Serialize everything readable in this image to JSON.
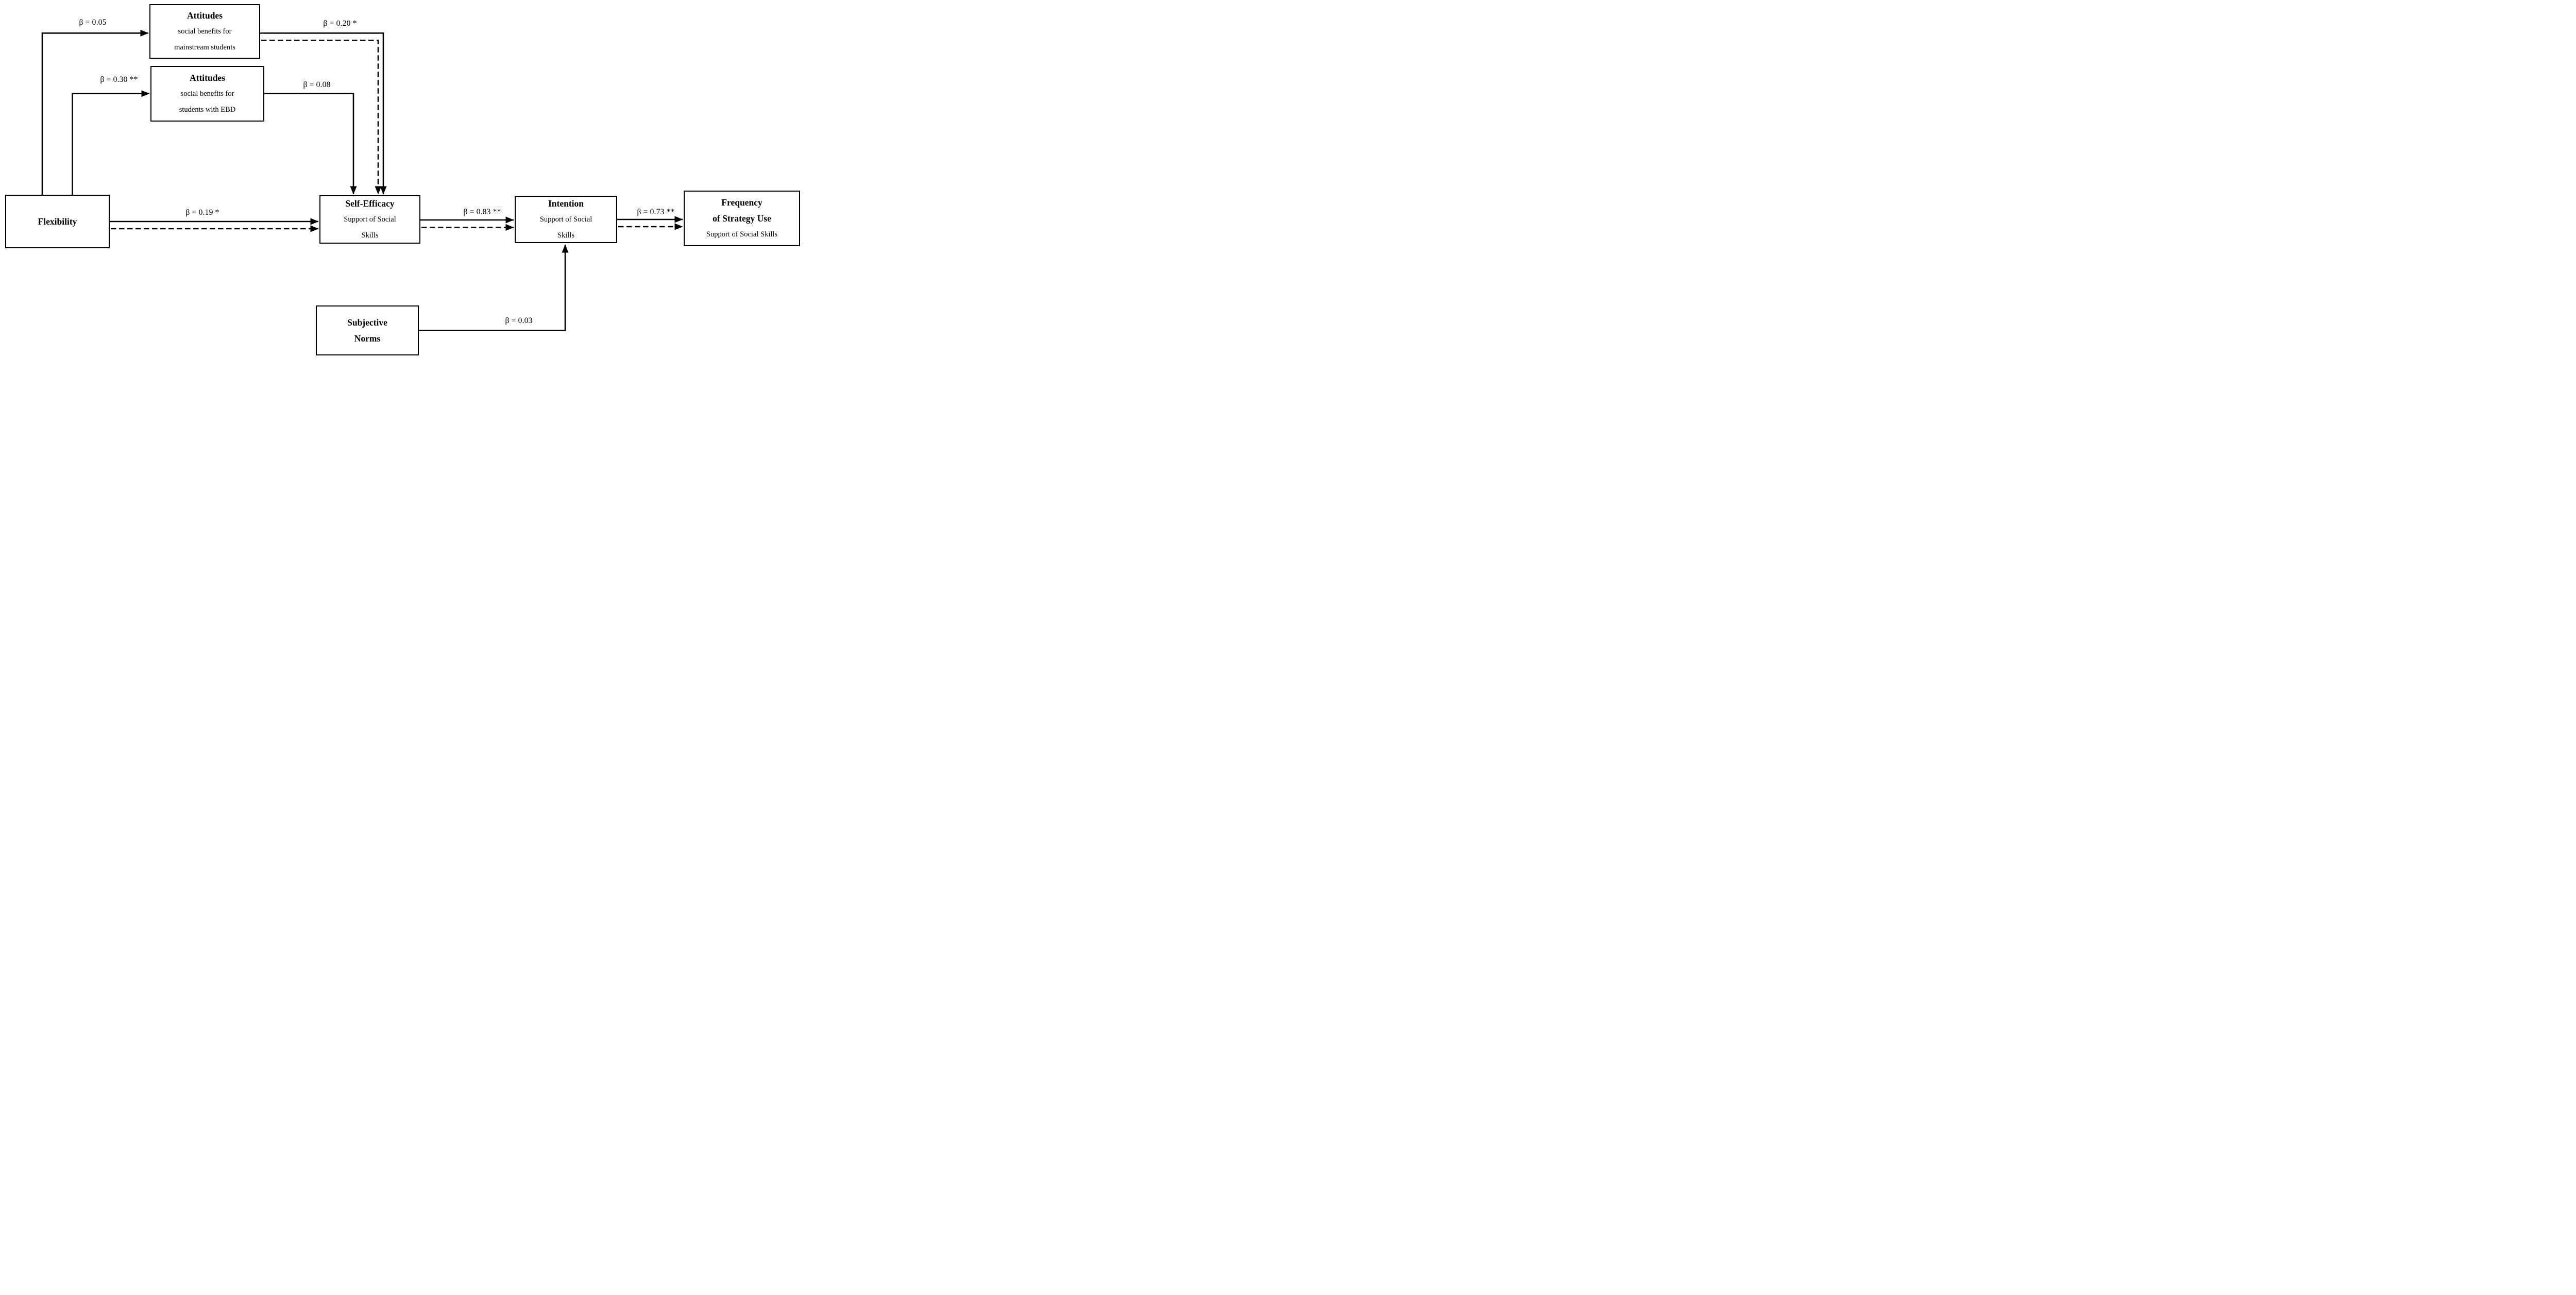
{
  "diagram": {
    "type": "path-analysis-model",
    "background_color": "#ffffff",
    "line_color": "#000000",
    "line_styles": [
      "solid",
      "dashed"
    ]
  },
  "nodes": {
    "flexibility": {
      "title": "Flexibility"
    },
    "attitudes_mainstream": {
      "title": "Attitudes",
      "sub1": "social benefits for",
      "sub2": "mainstream students"
    },
    "attitudes_ebd": {
      "title": "Attitudes",
      "sub1": "social benefits for",
      "sub2": "students with EBD"
    },
    "self_efficacy": {
      "title": "Self-Efficacy",
      "sub1": "Support of Social",
      "sub2": "Skills"
    },
    "intention": {
      "title": "Intention",
      "sub1": "Support of Social",
      "sub2": "Skills"
    },
    "frequency": {
      "title": "Frequency",
      "title2": "of Strategy Use",
      "sub1": "Support of Social Skills"
    },
    "subjective_norms": {
      "title": "Subjective",
      "title2": "Norms"
    }
  },
  "edges": {
    "flex_to_attitudes_mainstream": {
      "from": "flexibility",
      "to": "attitudes_mainstream",
      "beta": 0.05,
      "significance": "",
      "style": "solid",
      "label": "β = 0.05"
    },
    "flex_to_attitudes_ebd": {
      "from": "flexibility",
      "to": "attitudes_ebd",
      "beta": 0.3,
      "significance": "**",
      "style": "solid",
      "label": "β = 0.30 **"
    },
    "attitudes_mainstream_to_self_efficacy_solid": {
      "from": "attitudes_mainstream",
      "to": "self_efficacy",
      "beta": 0.2,
      "significance": "*",
      "style": "solid",
      "label": "β = 0.20 *"
    },
    "attitudes_mainstream_to_self_efficacy_dashed": {
      "from": "attitudes_mainstream",
      "to": "self_efficacy",
      "style": "dashed",
      "label": ""
    },
    "attitudes_ebd_to_self_efficacy": {
      "from": "attitudes_ebd",
      "to": "self_efficacy",
      "beta": 0.08,
      "significance": "",
      "style": "solid",
      "label": "β = 0.08"
    },
    "flex_to_self_efficacy_solid": {
      "from": "flexibility",
      "to": "self_efficacy",
      "beta": 0.19,
      "significance": "*",
      "style": "solid",
      "label": "β = 0.19 *"
    },
    "flex_to_self_efficacy_dashed": {
      "from": "flexibility",
      "to": "self_efficacy",
      "style": "dashed",
      "label": ""
    },
    "self_efficacy_to_intention_solid": {
      "from": "self_efficacy",
      "to": "intention",
      "beta": 0.83,
      "significance": "**",
      "style": "solid",
      "label": "β = 0.83 **"
    },
    "self_efficacy_to_intention_dashed": {
      "from": "self_efficacy",
      "to": "intention",
      "style": "dashed",
      "label": ""
    },
    "intention_to_frequency_solid": {
      "from": "intention",
      "to": "frequency",
      "beta": 0.73,
      "significance": "**",
      "style": "solid",
      "label": "β = 0.73 **"
    },
    "intention_to_frequency_dashed": {
      "from": "intention",
      "to": "frequency",
      "style": "dashed",
      "label": ""
    },
    "subjective_norms_to_intention": {
      "from": "subjective_norms",
      "to": "intention",
      "beta": 0.03,
      "significance": "",
      "style": "solid",
      "label": "β = 0.03"
    }
  }
}
